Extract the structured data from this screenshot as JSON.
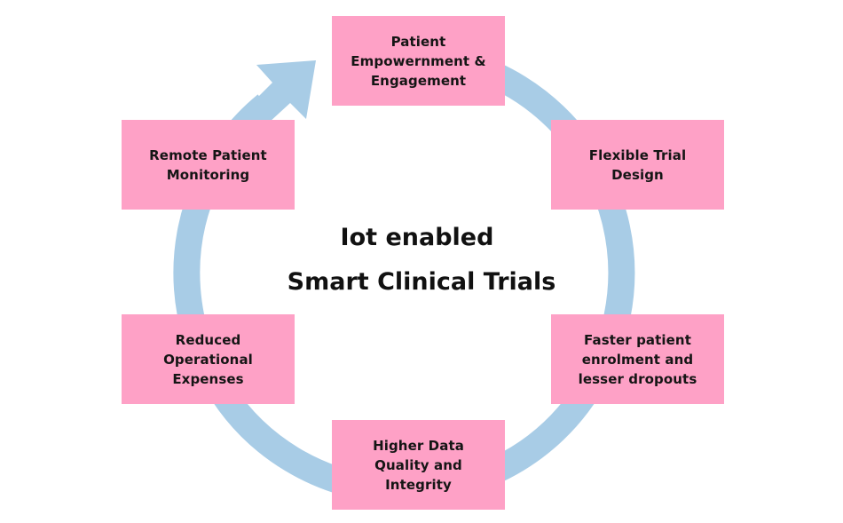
{
  "diagram": {
    "title_line1": "Iot enabled",
    "title_line2": "Smart Clinical Trials",
    "colors": {
      "box_fill": "#fea1c6",
      "ring": "#a8cce6",
      "text": "#151515"
    },
    "cycle_direction": "clockwise",
    "nodes": [
      {
        "id": "top",
        "label": "Patient\nEmpowernment &\nEngagement"
      },
      {
        "id": "upper-right",
        "label": "Flexible Trial\nDesign"
      },
      {
        "id": "lower-right",
        "label": "Faster patient\nenrolment and\nlesser dropouts"
      },
      {
        "id": "bottom",
        "label": "Higher Data\nQuality and\nIntegrity"
      },
      {
        "id": "lower-left",
        "label": "Reduced\nOperational\nExpenses"
      },
      {
        "id": "upper-left",
        "label": "Remote Patient\nMonitoring"
      }
    ]
  }
}
